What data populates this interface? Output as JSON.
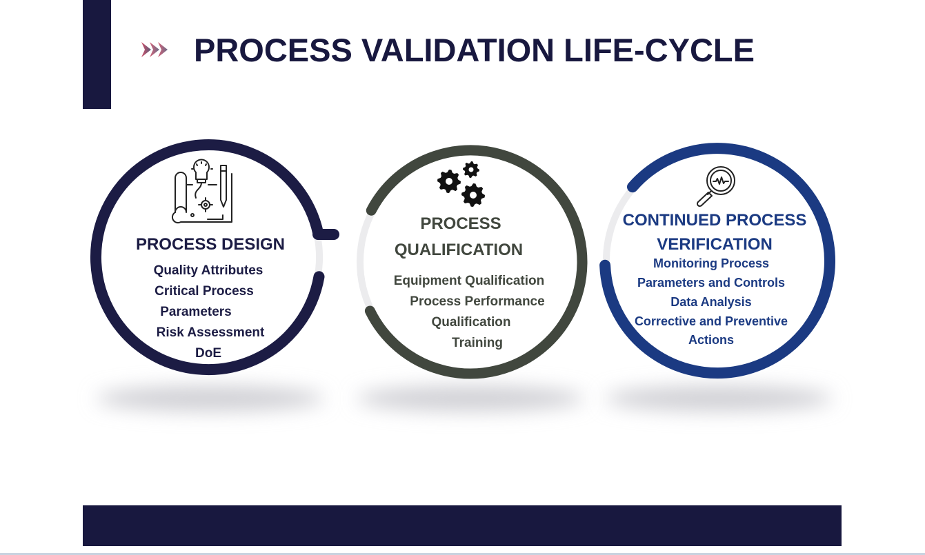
{
  "header": {
    "title": "PROCESS VALIDATION LIFE-CYCLE",
    "chevron_icon": "triple-chevron-right-icon"
  },
  "colors": {
    "navy": "#18183f",
    "design": "#1c1c44",
    "qualification": "#41473e",
    "verification": "#1b3a82",
    "chevron_start": "#d0506a",
    "chevron_end": "#5a5a78"
  },
  "stages": [
    {
      "icon": "blueprint-idea-icon",
      "title_lines": [
        "PROCESS DESIGN"
      ],
      "items": [
        "Quality Attributes",
        "Critical Process",
        "Parameters",
        "Risk Assessment",
        "DoE"
      ]
    },
    {
      "icon": "gears-icon",
      "title_lines": [
        "PROCESS",
        "QUALIFICATION"
      ],
      "items": [
        "Equipment Qualification",
        "Process Performance",
        "Qualification",
        "Training"
      ]
    },
    {
      "icon": "magnifier-pulse-icon",
      "title_lines": [
        "CONTINUED PROCESS",
        "VERIFICATION"
      ],
      "items": [
        "Monitoring Process",
        "Parameters and Controls",
        "Data Analysis",
        "Corrective and Preventive",
        "Actions"
      ]
    }
  ]
}
